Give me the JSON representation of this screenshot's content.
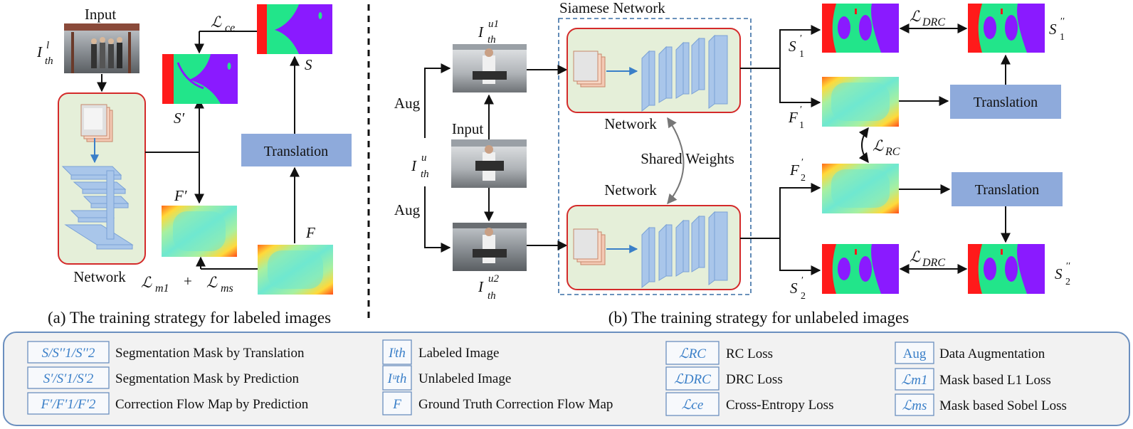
{
  "panel_a": {
    "input_label": "Input",
    "input_math": {
      "base": "I",
      "sup": "l",
      "sub": "th"
    },
    "network_label": "Network",
    "translation_label": "Translation",
    "loss_ce": {
      "base": "ℒ",
      "sub": "ce"
    },
    "s_label": "S",
    "s_prime_label": "S′",
    "f_prime_label": "F′",
    "f_label": "F",
    "loss_m1": {
      "base": "ℒ",
      "sub": "m1"
    },
    "plus": "+",
    "loss_ms": {
      "base": "ℒ",
      "sub": "ms"
    },
    "caption": "(a) The training strategy for labeled images"
  },
  "panel_b": {
    "siamese_label": "Siamese Network",
    "network_top_label": "Network",
    "network_bottom_label": "Network",
    "shared_weights_label": "Shared Weights",
    "input_label": "Input",
    "aug_top": "Aug",
    "aug_bottom": "Aug",
    "iu_math": {
      "base": "I",
      "sup": "u",
      "sub": "th"
    },
    "iu1_math": {
      "base": "I",
      "sup": "u1",
      "sub": "th"
    },
    "iu2_math": {
      "base": "I",
      "sup": "u2",
      "sub": "th"
    },
    "s1_prime": {
      "base": "S",
      "sup": "′",
      "sub": "1"
    },
    "s2_prime": {
      "base": "S",
      "sup": "′",
      "sub": "2"
    },
    "f1_prime": {
      "base": "F",
      "sup": "′",
      "sub": "1"
    },
    "f2_prime": {
      "base": "F",
      "sup": "′",
      "sub": "2"
    },
    "s1_dprime": {
      "base": "S",
      "sup": "′′",
      "sub": "1"
    },
    "s2_dprime": {
      "base": "S",
      "sup": "′′",
      "sub": "2"
    },
    "loss_drc": {
      "base": "ℒ",
      "sub": "DRC"
    },
    "loss_rc": {
      "base": "ℒ",
      "sub": "RC"
    },
    "translation_top": "Translation",
    "translation_bottom": "Translation",
    "caption": "(b) The training strategy for unlabeled images"
  },
  "legend": {
    "items": [
      {
        "symbol": "S/S′′1/S′′2",
        "text": "Segmentation Mask by Translation"
      },
      {
        "symbol": "S′/S′1/S′2",
        "text": "Segmentation Mask by Prediction"
      },
      {
        "symbol": "F′/F′1/F′2",
        "text": "Correction Flow Map by Prediction"
      },
      {
        "symbol": "Iˡth",
        "text": "Labeled Image"
      },
      {
        "symbol": "Iᵘth",
        "text": "Unlabeled Image"
      },
      {
        "symbol": "F",
        "text": "Ground Truth Correction Flow Map"
      },
      {
        "symbol": "ℒRC",
        "text": "RC Loss"
      },
      {
        "symbol": "ℒDRC",
        "text": "DRC Loss"
      },
      {
        "symbol": "ℒce",
        "text": "Cross-Entropy Loss"
      },
      {
        "symbol": "Aug",
        "text": "Data Augmentation"
      },
      {
        "symbol": "ℒm1",
        "text": "Mask based L1 Loss"
      },
      {
        "symbol": "ℒms",
        "text": "Mask based Sobel Loss"
      }
    ]
  },
  "colors": {
    "mask_red": "#ff1a1a",
    "mask_green": "#22e58a",
    "mask_purple": "#8a1aff",
    "network_fill": "#e5efd9",
    "network_border": "#d42a2a",
    "translation_fill": "#8eaadb",
    "legend_fill": "#f2f2f2",
    "legend_border": "#6b8fbf",
    "symbol_blue": "#3a7fc8",
    "layer_blue": "#a9c6ea"
  }
}
